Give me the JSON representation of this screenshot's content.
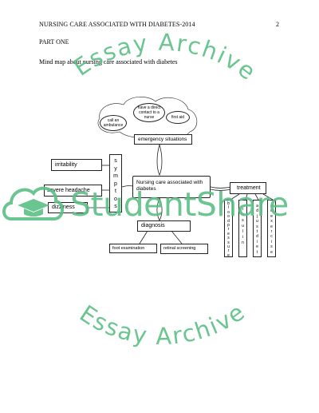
{
  "header": {
    "running_title": "NURSING CARE ASSOCIATED WITH DIABETES-2014",
    "page_number": "2"
  },
  "part_heading": "PART ONE",
  "intro_line": "Mind map about nursing care associated with diabetes",
  "mind_map": {
    "center": "Nursing care associated with diabetes",
    "emergency": "emergency situations",
    "call_ambulance": "call an ambulance",
    "direct_contact": "have a direct contact to a nurse",
    "first_aid": "first aid",
    "symptoms_letters": [
      "s",
      "y",
      "m",
      "p",
      "t",
      "o",
      "s"
    ],
    "irritability": "irritability",
    "severe_headache": "severe headache",
    "dizziness": "dizziness",
    "diagnosis": "diagnosis",
    "foot_exam": "foot examination",
    "retinal": "retinal screening",
    "treatment": "treatment",
    "treatment_cols": [
      [
        "b",
        "l",
        "o",
        "o",
        "d",
        "p",
        "r",
        "e",
        "s",
        "s",
        "u",
        "r",
        "e"
      ],
      [
        "i",
        "n",
        "s",
        "u",
        "l",
        "i",
        "n"
      ],
      [
        "a",
        "d",
        "j",
        "u",
        "s",
        "t",
        "d",
        "i",
        "e",
        "t"
      ],
      [
        "d",
        "o",
        "e",
        "x",
        "e",
        "r",
        "c",
        "i",
        "s",
        "e"
      ]
    ]
  },
  "watermark": {
    "top_arc": "Essay Archive",
    "bottom_arc": "Essay Archive",
    "brand": "StudentShare",
    "color": "#5bbf84"
  }
}
